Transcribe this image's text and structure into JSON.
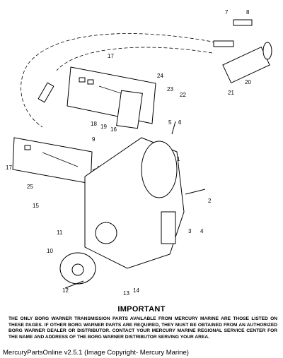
{
  "callouts": [
    "1",
    "2",
    "3",
    "4",
    "5",
    "6",
    "7",
    "8",
    "9",
    "10",
    "11",
    "12",
    "13",
    "14",
    "15",
    "16",
    "17",
    "18",
    "19",
    "20",
    "21",
    "22",
    "23",
    "24",
    "25"
  ],
  "notice": {
    "heading": "IMPORTANT",
    "body": "THE ONLY BORG WARNER TRANSMISSION PARTS AVAILABLE FROM MERCURY MARINE ARE THOSE LISTED ON THESE PAGES. IF OTHER BORG WARNER PARTS ARE REQUIRED, THEY MUST BE OBTAINED FROM AN AUTHORIZED BORG WARNER DEALER OR DISTRIBUTOR. CONTACT YOUR MERCURY MARINE REGIONAL SERVICE CENTER FOR THE NAME AND ADDRESS OF THE BORG WARNER DISTRIBUTOR SERVING YOUR AREA."
  },
  "footer": "MercuryPartsOnline v2.5.1 (Image Copyright- Mercury Marine)"
}
